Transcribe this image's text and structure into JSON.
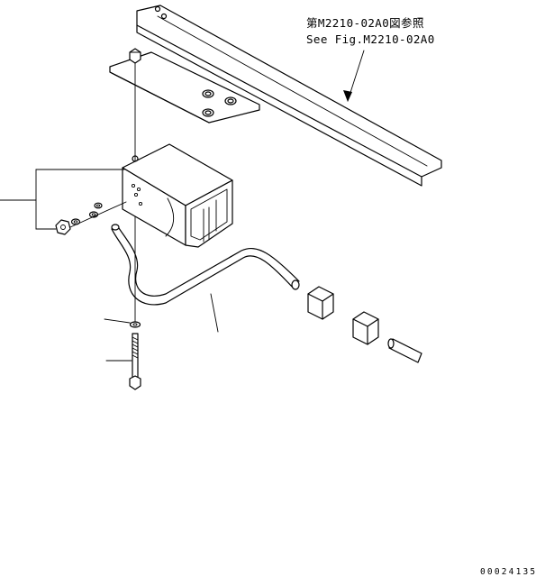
{
  "reference_note": {
    "line_jp": "第M2210-02A0図参照",
    "line_en": "See Fig.M2210-02A0"
  },
  "drawing_code": "00024135"
}
